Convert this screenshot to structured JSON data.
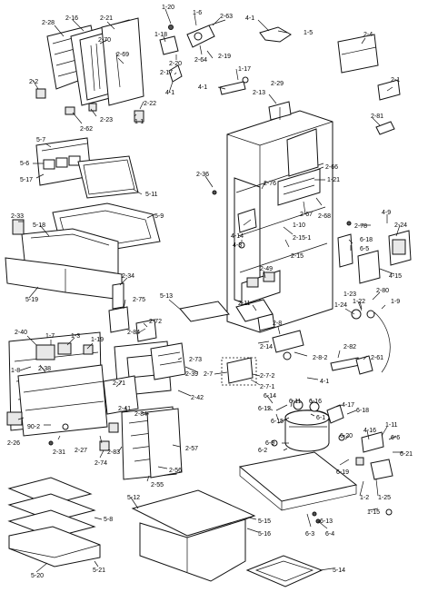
{
  "labels": {
    "l1": "2-28",
    "l2": "2-16",
    "l3": "2-21",
    "l4": "2-70",
    "l5": "2-69",
    "l6": "2-2",
    "l7": "2-62",
    "l8": "2-23",
    "l9": "2-22",
    "l10": "1-1",
    "l11": "1-20",
    "l12": "1-6",
    "l13": "2-63",
    "l14": "1-18",
    "l15": "2-19",
    "l16": "2-20",
    "l17": "2-64",
    "l18": "2-17",
    "l19": "4-1",
    "l20": "4-1",
    "l21": "1-5",
    "l22": "2-4",
    "l23": "2-1",
    "l24": "1-17",
    "l25": "4-1",
    "l26": "2-13",
    "l27": "2-29",
    "l28": "2-81",
    "l29": "5-7",
    "l30": "5-6",
    "l31": "5-17",
    "l32": "5-11",
    "l33": "5-9",
    "l34": "2-36",
    "l35": "2-76",
    "l36": "2-66",
    "l37": "1-21",
    "l38": "2-67",
    "l39": "2-68",
    "l40": "2-78",
    "l41": "4-9",
    "l42": "2-24",
    "l43": "2-33",
    "l44": "5-18",
    "l45": "1-10",
    "l46": "4-14",
    "l47": "2-15-1",
    "l48": "4-3",
    "l49": "2-15",
    "l50": "6-18",
    "l51": "6-5",
    "l52": "4-15",
    "l53": "5-19",
    "l54": "2-34",
    "l55": "2-49",
    "l56": "2-80",
    "l57": "1-23",
    "l58": "1-22",
    "l59": "1-24",
    "l60": "1-9",
    "l61": "5-13",
    "l62": "2-75",
    "l63": "2-11",
    "l64": "2-72",
    "l65": "2-8",
    "l66": "2-40",
    "l67": "1-7",
    "l68": "1-3",
    "l69": "1-19",
    "l70": "2-84",
    "l71": "2-14",
    "l72": "2-8-2",
    "l73": "2-82",
    "l74": "2-61",
    "l75": "1-8",
    "l76": "2-38",
    "l77": "2-73",
    "l78": "2-39",
    "l79": "2-7",
    "l80": "2-7-2",
    "l81": "2-7-1",
    "l82": "4-1",
    "l83": "2-71",
    "l84": "2-42",
    "l85": "6-14",
    "l86": "6-11",
    "l87": "6-16",
    "l88": "4-17",
    "l89": "6-18",
    "l90": "2-41",
    "l91": "2-84",
    "l92": "6-12",
    "l93": "6-15",
    "l94": "6-1",
    "l95": "2-26",
    "l96": "90-2",
    "l97": "2-31",
    "l98": "2-27",
    "l99": "2-83",
    "l100": "2-74",
    "l101": "2-57",
    "l102": "2-56",
    "l103": "2-55",
    "l104": "6-9",
    "l105": "6-2",
    "l106": "6-20",
    "l107": "4-16",
    "l108": "1-11",
    "l109": "6-6",
    "l110": "6-21",
    "l111": "6-19",
    "l112": "1-2",
    "l113": "1-25",
    "l114": "6-3",
    "l115": "6-4",
    "l116": "6-13",
    "l117": "1-15",
    "l118": "5-12",
    "l119": "5-15",
    "l120": "5-16",
    "l121": "5-8",
    "l122": "5-20",
    "l123": "5-21",
    "l124": "5-14"
  }
}
